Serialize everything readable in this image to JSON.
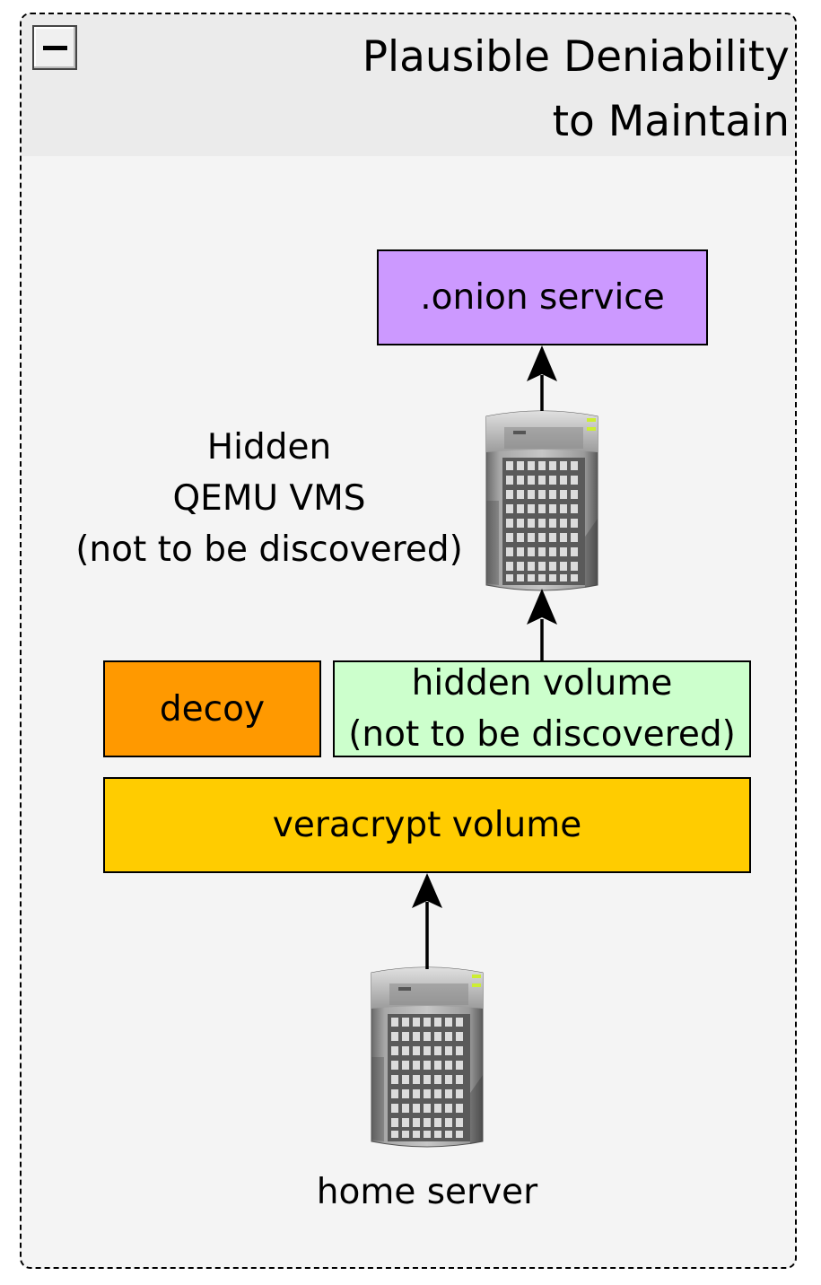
{
  "group": {
    "title": "Plausible Deniability\nto Maintain",
    "collapse_icon": "minus-icon"
  },
  "nodes": {
    "onion_service": {
      "label": ".onion service",
      "color": "#cc99ff"
    },
    "qemu_vms": {
      "label": "Hidden\nQEMU VMS\n(not to be discovered)",
      "icon": "server-tower-icon"
    },
    "decoy": {
      "label": "decoy",
      "color": "#ff9900"
    },
    "hidden_volume": {
      "label": "hidden volume\n(not to be discovered)",
      "color": "#ccffcc"
    },
    "veracrypt_volume": {
      "label": "veracrypt volume",
      "color": "#ffcc00"
    },
    "home_server": {
      "label": "home server",
      "icon": "server-tower-icon"
    }
  },
  "edges": [
    {
      "from": "home_server",
      "to": "veracrypt_volume"
    },
    {
      "from": "hidden_volume",
      "to": "qemu_vms"
    },
    {
      "from": "qemu_vms",
      "to": "onion_service"
    }
  ]
}
